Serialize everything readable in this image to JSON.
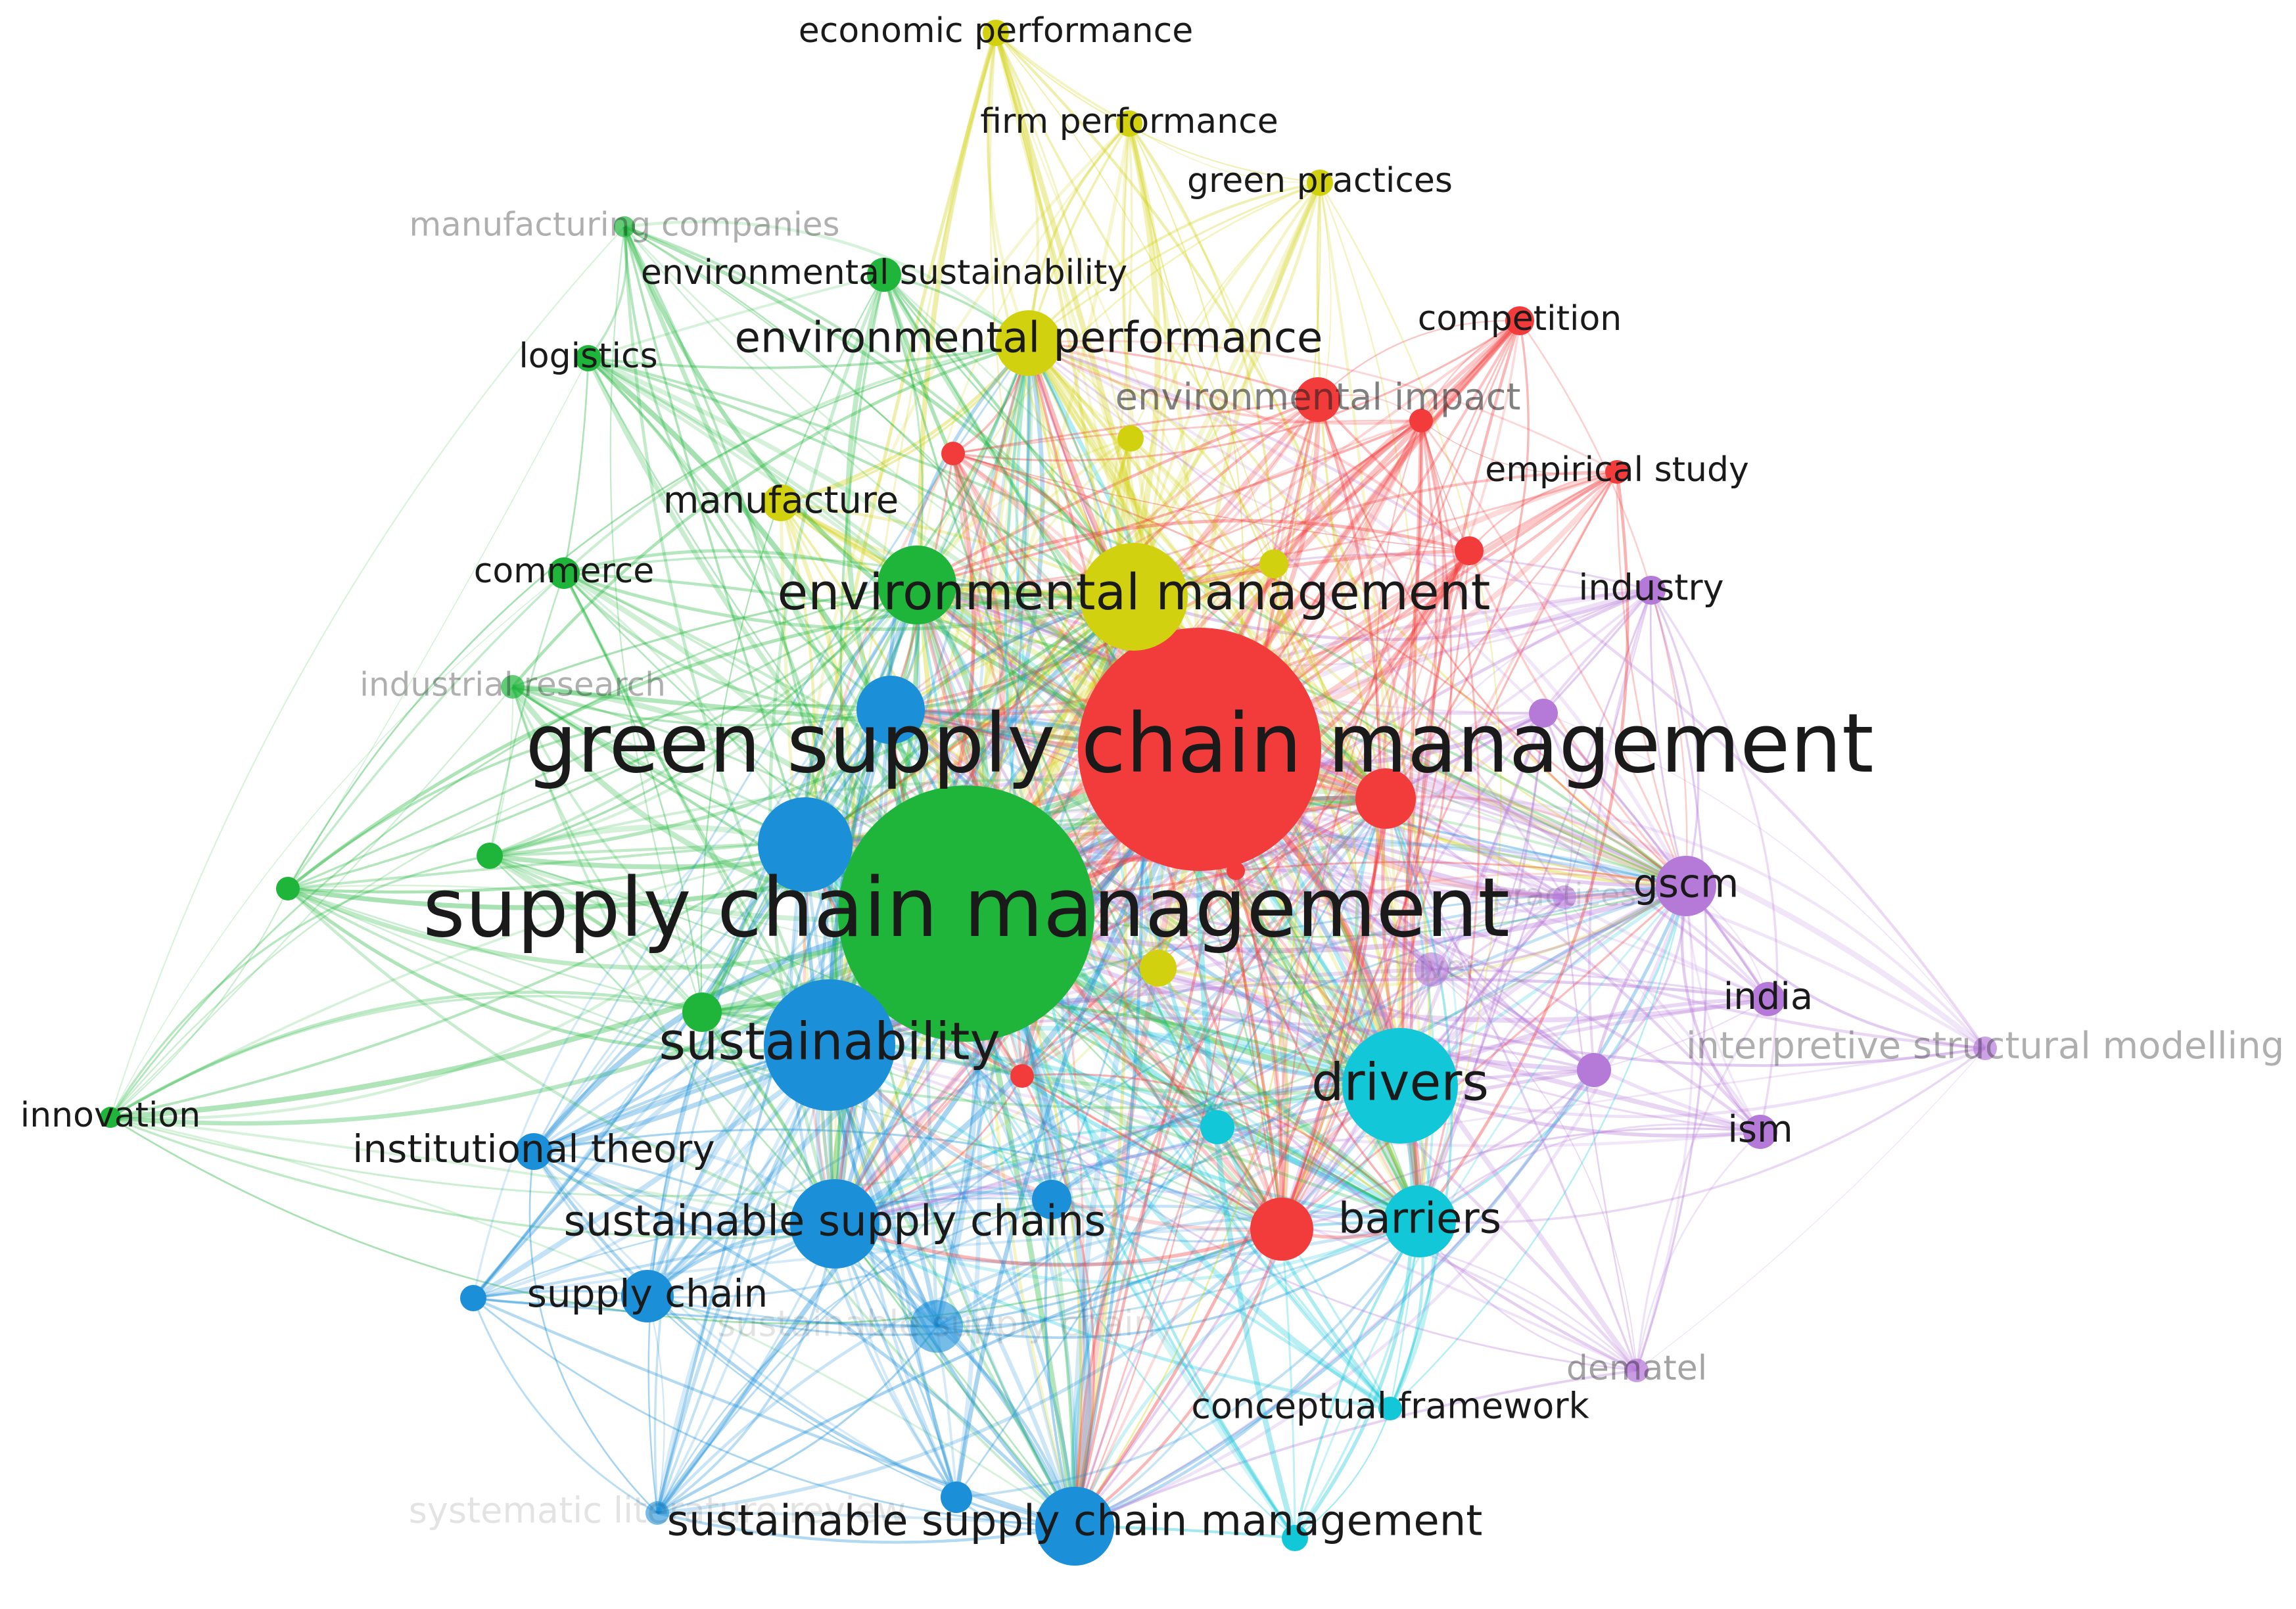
{
  "network": {
    "clusters": {
      "red": "#f23c3c",
      "green": "#1fb53a",
      "blue": "#1b8fd8",
      "yellow": "#d1d10f",
      "purple": "#b57ad8",
      "cyan": "#12c8d8"
    },
    "nodes": [
      {
        "id": "gscm_main",
        "label": "green supply chain management",
        "cluster": "red",
        "weight": 10
      },
      {
        "id": "scm",
        "label": "supply chain management",
        "cluster": "green",
        "weight": 10
      },
      {
        "id": "env_mgmt",
        "label": "environmental management",
        "cluster": "yellow",
        "weight": 6
      },
      {
        "id": "env_perf",
        "label": "environmental performance",
        "cluster": "yellow",
        "weight": 5
      },
      {
        "id": "sustainability",
        "label": "sustainability",
        "cluster": "blue",
        "weight": 6
      },
      {
        "id": "drivers",
        "label": "drivers",
        "cluster": "cyan",
        "weight": 5
      },
      {
        "id": "barriers",
        "label": "barriers",
        "cluster": "cyan",
        "weight": 4
      },
      {
        "id": "ssc",
        "label": "sustainable supply chains",
        "cluster": "blue",
        "weight": 5
      },
      {
        "id": "sscm",
        "label": "sustainable supply chain management",
        "cluster": "blue",
        "weight": 5
      },
      {
        "id": "supply_chain",
        "label": "supply chain",
        "cluster": "blue",
        "weight": 3
      },
      {
        "id": "inst_theory",
        "label": "institutional theory",
        "cluster": "blue",
        "weight": 3
      },
      {
        "id": "gscm",
        "label": "gscm",
        "cluster": "purple",
        "weight": 4
      },
      {
        "id": "india",
        "label": "india",
        "cluster": "purple",
        "weight": 3
      },
      {
        "id": "ism",
        "label": "ism",
        "cluster": "purple",
        "weight": 3
      },
      {
        "id": "industry",
        "label": "industry",
        "cluster": "purple",
        "weight": 3
      },
      {
        "id": "econ_perf",
        "label": "economic performance",
        "cluster": "yellow",
        "weight": 3
      },
      {
        "id": "firm_perf",
        "label": "firm performance",
        "cluster": "yellow",
        "weight": 3
      },
      {
        "id": "green_pract",
        "label": "green practices",
        "cluster": "yellow",
        "weight": 3
      },
      {
        "id": "manufacture",
        "label": "manufacture",
        "cluster": "yellow",
        "weight": 3
      },
      {
        "id": "competition",
        "label": "competition",
        "cluster": "red",
        "weight": 3
      },
      {
        "id": "env_impact",
        "label": "environmental impact",
        "cluster": "red",
        "weight": 3
      },
      {
        "id": "emp_study",
        "label": "empirical study",
        "cluster": "red",
        "weight": 3
      },
      {
        "id": "env_sust",
        "label": "environmental sustainability",
        "cluster": "green",
        "weight": 3
      },
      {
        "id": "logistics",
        "label": "logistics",
        "cluster": "green",
        "weight": 3
      },
      {
        "id": "commerce",
        "label": "commerce",
        "cluster": "green",
        "weight": 3
      },
      {
        "id": "innovation",
        "label": "innovation",
        "cluster": "green",
        "weight": 3
      },
      {
        "id": "manuf_comp",
        "label": "manufacturing companies",
        "cluster": "green",
        "weight": 2
      },
      {
        "id": "ind_research",
        "label": "industrial research",
        "cluster": "green",
        "weight": 2
      },
      {
        "id": "ism_model",
        "label": "interpretive structural modelling",
        "cluster": "purple",
        "weight": 2
      },
      {
        "id": "dematel",
        "label": "dematel",
        "cluster": "purple",
        "weight": 2
      },
      {
        "id": "conc_frame",
        "label": "conceptual framework",
        "cluster": "cyan",
        "weight": 3
      },
      {
        "id": "ssc_faded",
        "label": "sustainable supply chain",
        "cluster": "blue",
        "weight": 2
      },
      {
        "id": "sys_lit",
        "label": "systematic literature review",
        "cluster": "blue",
        "weight": 2
      },
      {
        "id": "driver",
        "label": "driver",
        "cluster": "purple",
        "weight": 2
      },
      {
        "id": "practices",
        "label": "practices",
        "cluster": "purple",
        "weight": 2
      }
    ]
  }
}
